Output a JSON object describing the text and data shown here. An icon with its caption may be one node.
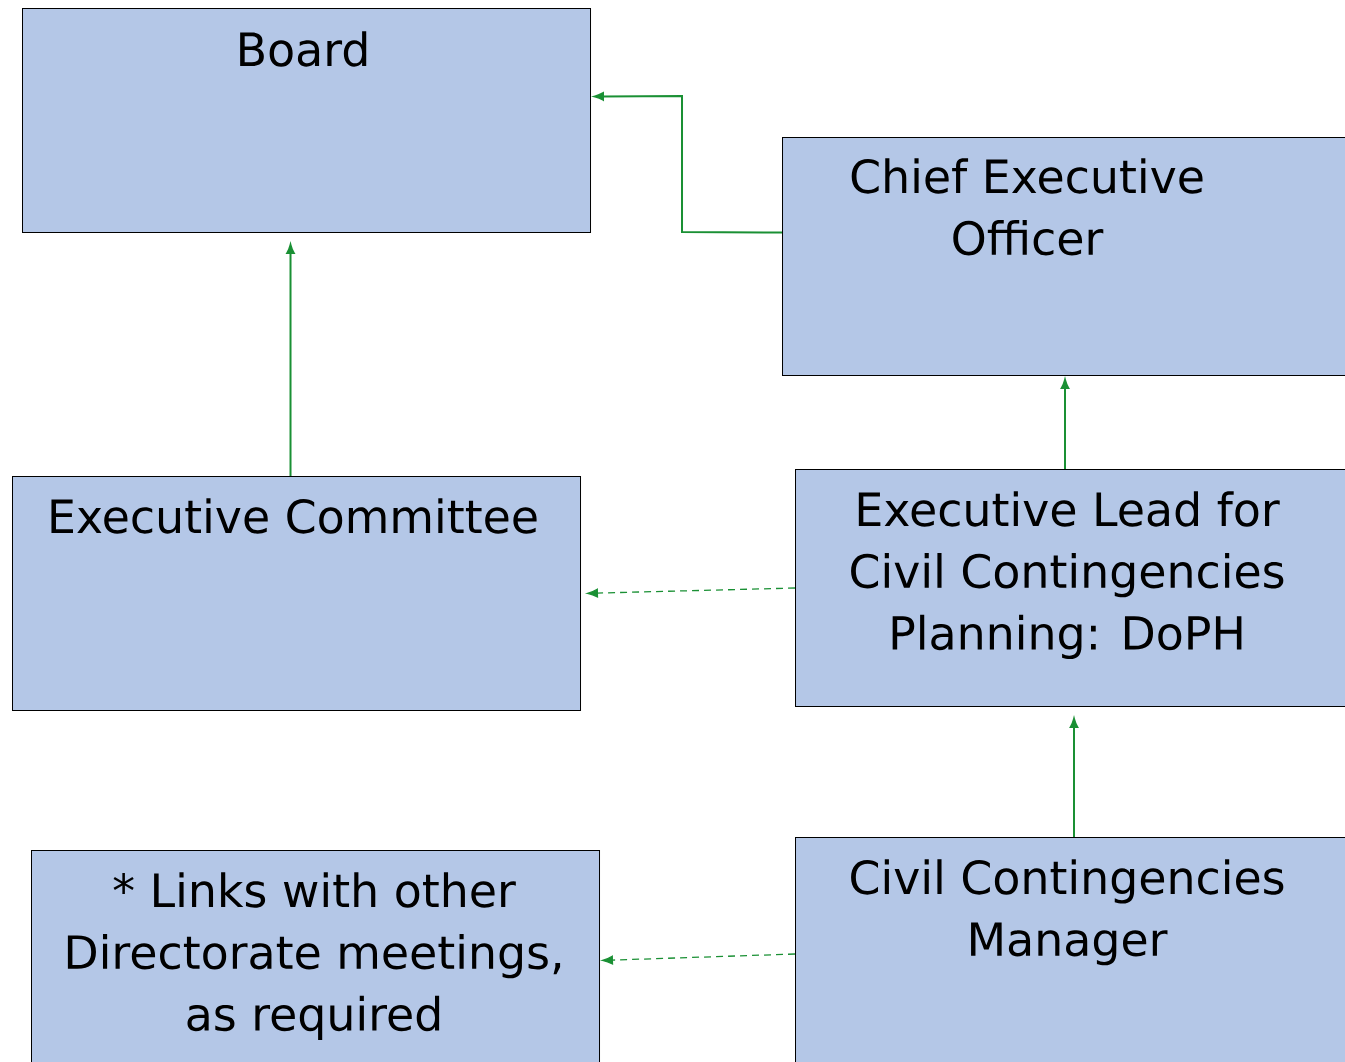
{
  "diagram": {
    "nodes": [
      {
        "text": [
          "Board"
        ]
      },
      {
        "text": [
          "Chief Executive Officer"
        ]
      },
      {
        "text": [
          "Executive Committee"
        ]
      },
      {
        "text": [
          "Executive Lead for Civil Contingencies Planning: DoPH"
        ]
      },
      {
        "text": [
          "* Links with other Directorate meetings, as required"
        ]
      },
      {
        "text": [
          "Civil Contingencies Manager"
        ]
      }
    ],
    "edges": [
      {
        "from": 1,
        "to": 0,
        "arrow": "to"
      },
      {
        "from": 2,
        "to": 0,
        "arrow": "to"
      },
      {
        "from": 3,
        "to": 1,
        "arrow": "to"
      },
      {
        "from": 3,
        "to": 2,
        "arrow": "to",
        "style": "dashed"
      },
      {
        "from": 5,
        "to": 3,
        "arrow": "to"
      },
      {
        "from": 5,
        "to": 4,
        "arrow": "to",
        "style": "dashed"
      }
    ]
  }
}
